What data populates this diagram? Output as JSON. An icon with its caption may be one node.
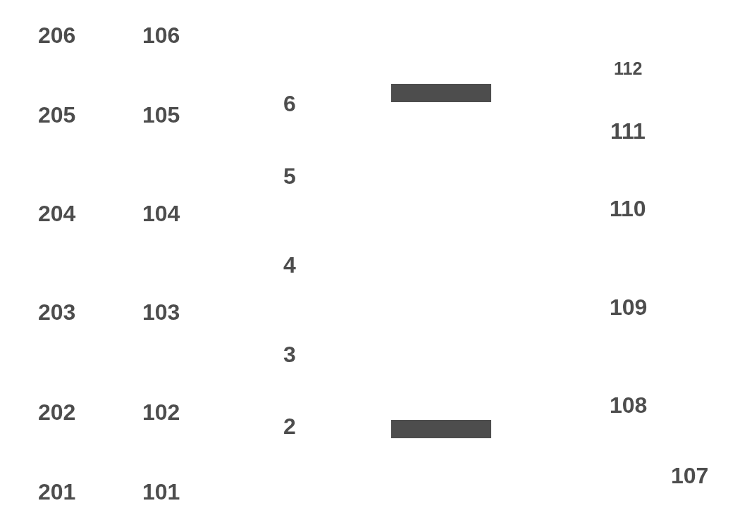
{
  "diagram": {
    "nodes": [
      {
        "text": [],
        "shape": "bar"
      },
      {
        "text": [],
        "shape": "bar"
      }
    ],
    "labels": [
      "206",
      "106",
      "112",
      "6",
      "205",
      "105",
      "111",
      "5",
      "204",
      "104",
      "110",
      "4",
      "203",
      "103",
      "109",
      "3",
      "202",
      "102",
      "108",
      "2",
      "107",
      "201",
      "101"
    ]
  }
}
